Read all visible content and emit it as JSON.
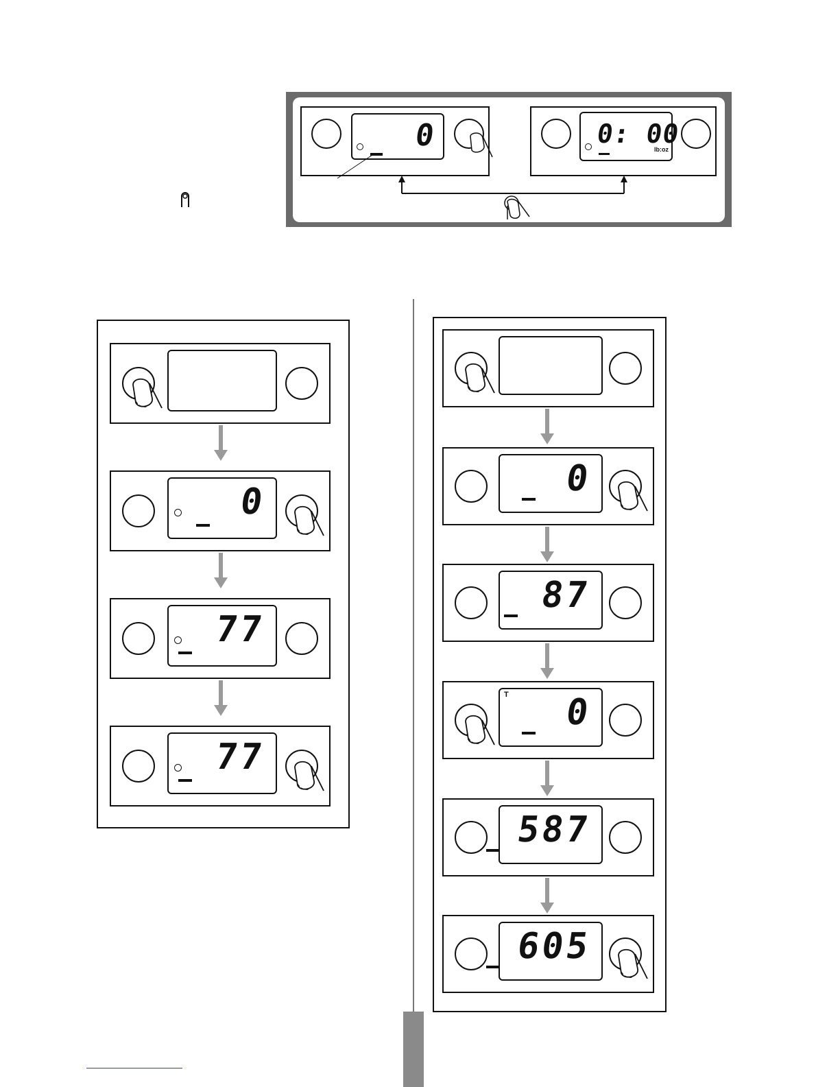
{
  "page": {
    "background": "#ffffff",
    "ink": "#111111",
    "arrow_color": "#9a9a9a",
    "frame_color": "#6b6b6b"
  },
  "units_panel": {
    "display_grams": {
      "value": "0"
    },
    "display_lboz": {
      "value": "0: 00",
      "unit_label": "lb:oz"
    }
  },
  "left_sequence": [
    {
      "step": 1,
      "value": "",
      "pressed": "left"
    },
    {
      "step": 2,
      "value": "0",
      "pressed": "right"
    },
    {
      "step": 3,
      "value": "77",
      "pressed": "none"
    },
    {
      "step": 4,
      "value": "77",
      "pressed": "right"
    }
  ],
  "right_sequence": [
    {
      "step": 1,
      "value": "",
      "pressed": "left"
    },
    {
      "step": 2,
      "value": "0",
      "pressed": "right"
    },
    {
      "step": 3,
      "value": "87",
      "pressed": "none"
    },
    {
      "step": 4,
      "value": "0",
      "tare_mark": "T",
      "pressed": "left"
    },
    {
      "step": 5,
      "value": "587",
      "pressed": "none"
    },
    {
      "step": 6,
      "value": "605",
      "pressed": "right"
    }
  ],
  "icons": [
    "finger-press-icon",
    "power-button-icon",
    "arrow-down-icon"
  ]
}
